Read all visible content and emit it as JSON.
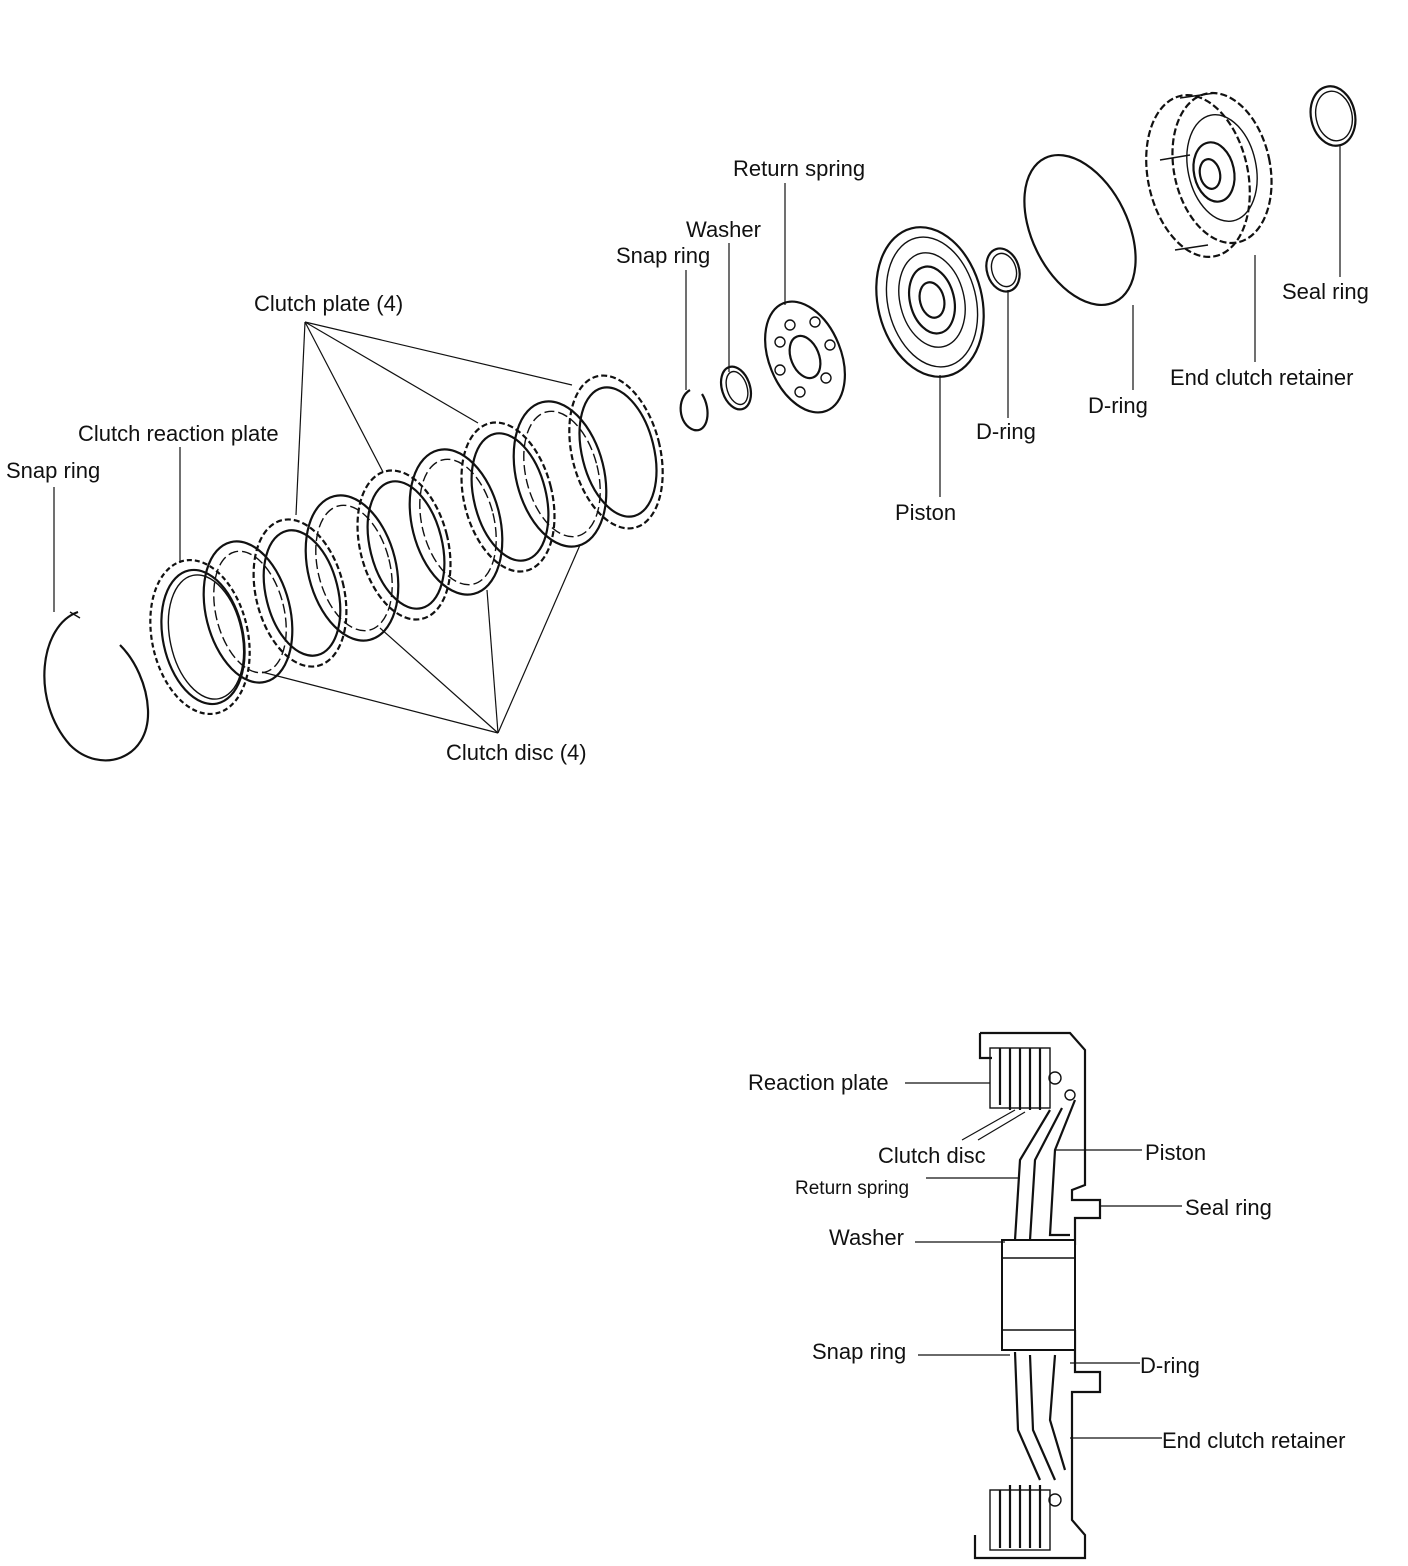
{
  "exploded_view": {
    "labels": {
      "snap_ring_left": "Snap ring",
      "clutch_reaction_plate": "Clutch reaction plate",
      "clutch_plate": "Clutch plate (4)",
      "clutch_disc": "Clutch disc (4)",
      "snap_ring": "Snap ring",
      "washer": "Washer",
      "return_spring": "Return spring",
      "piston": "Piston",
      "d_ring_small": "D-ring",
      "d_ring_large": "D-ring",
      "end_clutch_retainer": "End clutch retainer",
      "seal_ring": "Seal ring"
    }
  },
  "cross_section": {
    "labels": {
      "reaction_plate": "Reaction plate",
      "clutch_disc": "Clutch disc",
      "return_spring": "Return spring",
      "washer": "Washer",
      "snap_ring": "Snap ring",
      "piston": "Piston",
      "seal_ring": "Seal ring",
      "d_ring": "D-ring",
      "end_clutch_retainer": "End clutch retainer"
    }
  }
}
